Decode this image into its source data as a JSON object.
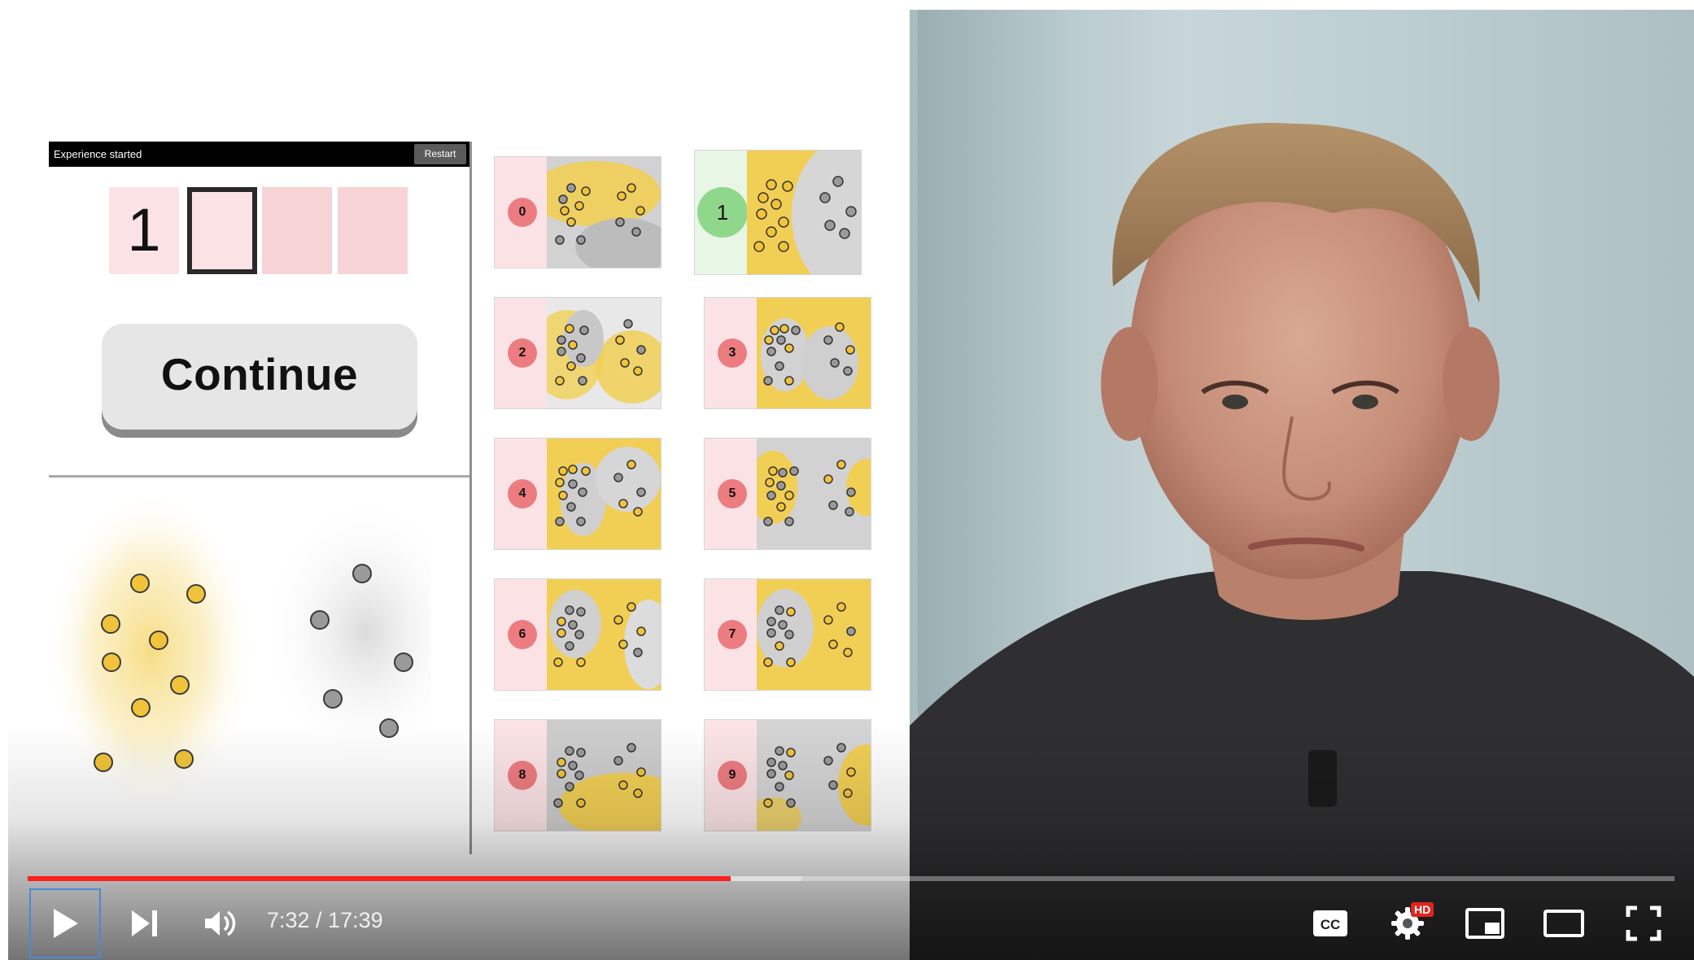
{
  "slide": {
    "header_title": "Experience started",
    "restart_label": "Restart",
    "slots": [
      "1",
      "",
      "",
      ""
    ],
    "continue_label": "Continue"
  },
  "tiles": [
    {
      "label": "0",
      "selected": false
    },
    {
      "label": "1",
      "selected": true
    },
    {
      "label": "2",
      "selected": false
    },
    {
      "label": "3",
      "selected": false
    },
    {
      "label": "4",
      "selected": false
    },
    {
      "label": "5",
      "selected": false
    },
    {
      "label": "6",
      "selected": false
    },
    {
      "label": "7",
      "selected": false
    },
    {
      "label": "8",
      "selected": false
    },
    {
      "label": "9",
      "selected": false
    }
  ],
  "player": {
    "time": "7:32 / 17:39",
    "current_seconds": 452,
    "duration_seconds": 1059,
    "buffered_fraction": 0.47,
    "hd_badge": "HD",
    "icons": {
      "play": "play-icon",
      "next": "skip-next-icon",
      "volume": "volume-icon",
      "cc": "closed-captions-icon",
      "settings": "gear-icon",
      "miniplayer": "miniplayer-icon",
      "theater": "theater-mode-icon",
      "fullscreen": "fullscreen-icon"
    },
    "colors": {
      "played": "#ff1f1f",
      "hd": "#e0241f"
    }
  },
  "colors": {
    "yellow_dot": "#f0c33a",
    "gray_dot": "#9a9a9a",
    "selected_label": "#8fd88b",
    "label": "#ec7c80"
  }
}
